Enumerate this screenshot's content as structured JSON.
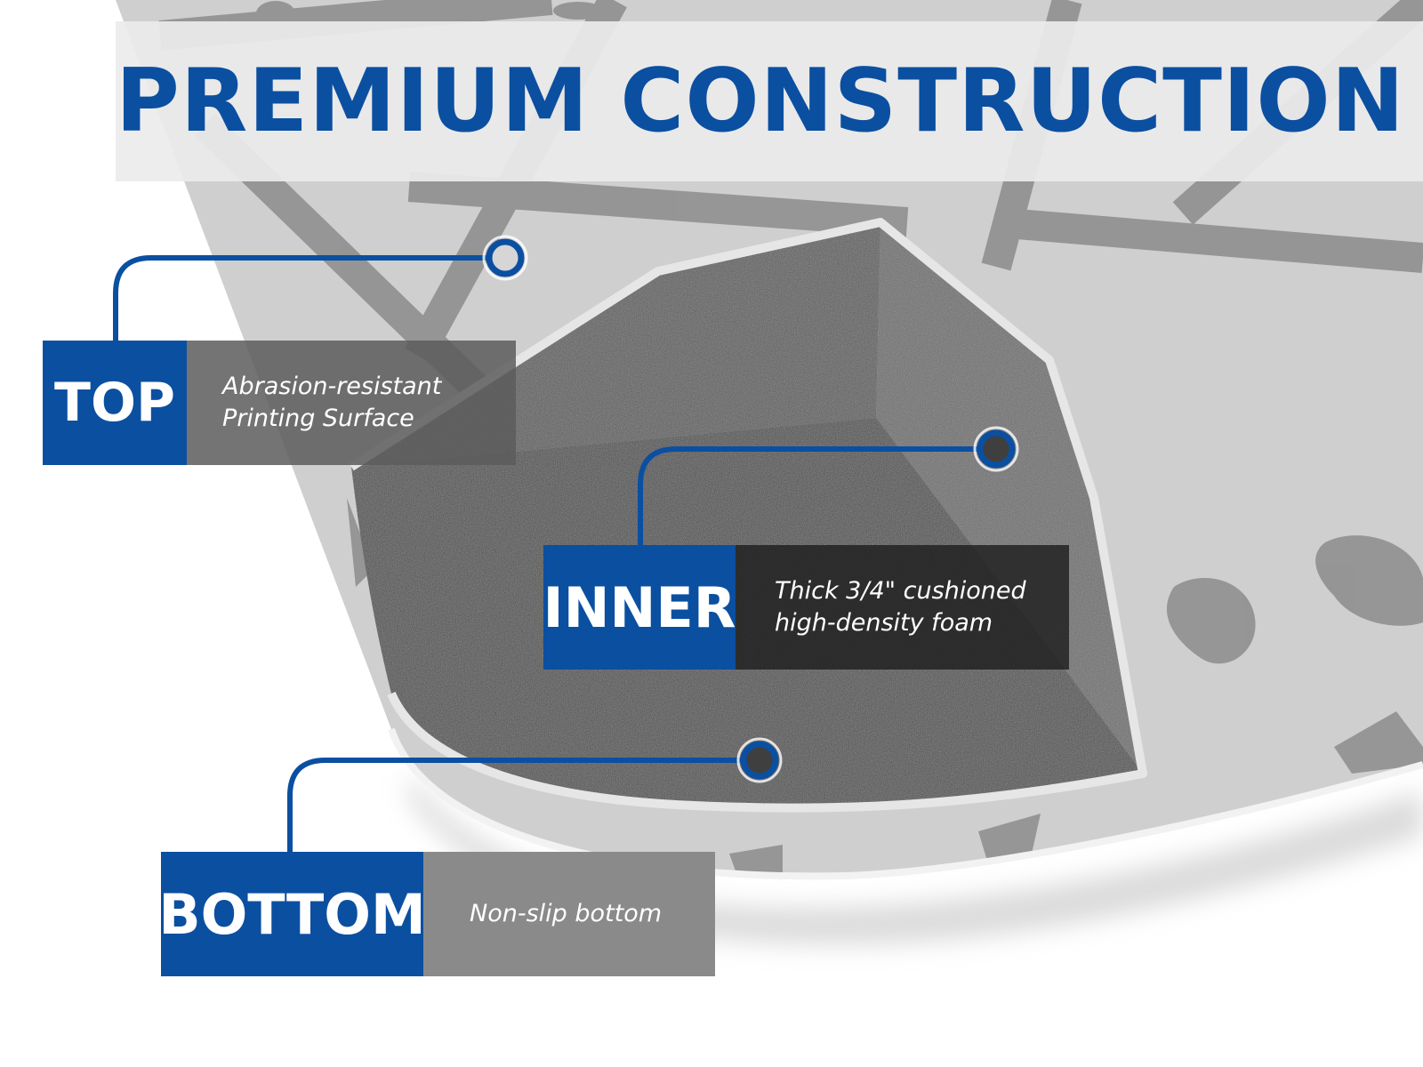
{
  "title": "PREMIUM CONSTRUCTION",
  "callouts": {
    "top": {
      "label": "TOP",
      "lines": [
        "Abrasion-resistant",
        "Printing Surface"
      ]
    },
    "inner": {
      "label": "INNER",
      "lines": [
        "Thick 3/4\" cushioned",
        "high-density foam"
      ]
    },
    "bottom": {
      "label": "BOTTOM",
      "lines": [
        "Non-slip bottom"
      ]
    }
  },
  "colors": {
    "brand_blue": "#0b4fa1",
    "mat_surface": "#cfcfcf",
    "foam": "#3a3a3a",
    "background": "#ffffff"
  }
}
